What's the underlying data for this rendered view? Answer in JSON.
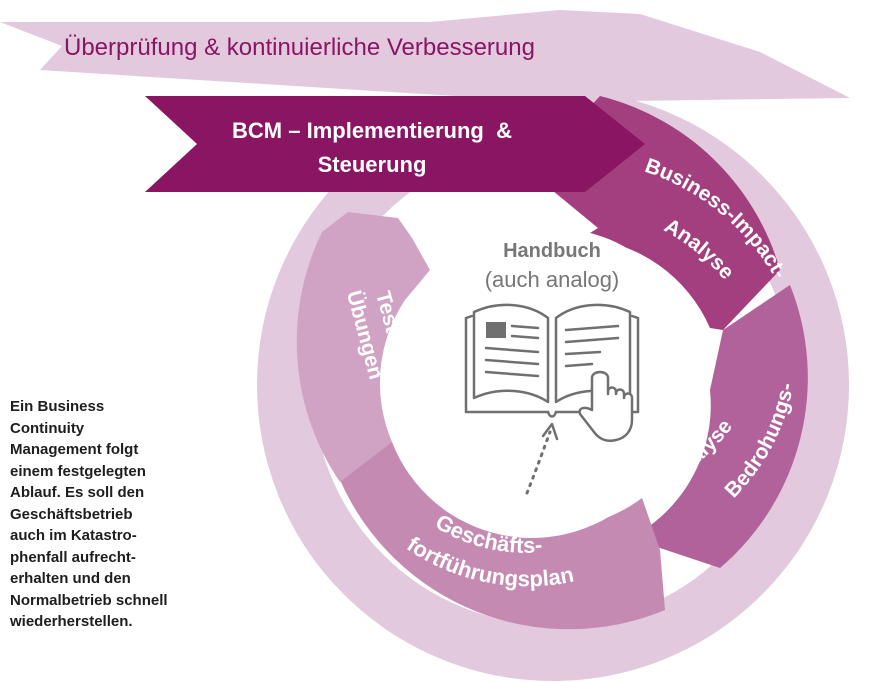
{
  "colors": {
    "outer_ring": "#e2c9de",
    "outer_text": "#8a1563",
    "impl_arrow": "#8a1563",
    "seg_bia": "#a33f7f",
    "seg_threat": "#b1629a",
    "seg_plan": "#c48ab2",
    "seg_tests": "#d0a2c4",
    "white": "#ffffff",
    "center_text": "#777777",
    "icon": "#707070"
  },
  "outer_band": {
    "label": "Überprüfung & kontinuierliche Verbesserung"
  },
  "implementation": {
    "line1": "BCM – Implementierung  &",
    "line2": "Steuerung"
  },
  "segments": {
    "bia": {
      "line1": "Business-Impact-",
      "line2": "Analyse"
    },
    "threat": {
      "line1": "Bedrohungs-",
      "line2": "analyse"
    },
    "plan": {
      "line1": "Geschäfts-",
      "line2": "fortführungsplan"
    },
    "tests": {
      "line1": "Tests &",
      "line2": "Übungen"
    }
  },
  "center": {
    "title": "Handbuch",
    "subtitle": "(auch analog)",
    "icons": [
      "open-book-icon",
      "pointing-hand-icon",
      "dotted-arrow-icon"
    ]
  },
  "caption": {
    "lines": [
      "Ein Business",
      "Continuity",
      "Management folgt",
      "einem festgelegten",
      "Ablauf. Es soll den",
      "Geschäftsbetrieb",
      "auch im Katastro-",
      "phenfall aufrecht-",
      "erhalten und den",
      "Normalbetrieb schnell",
      "wiederherstellen."
    ]
  }
}
